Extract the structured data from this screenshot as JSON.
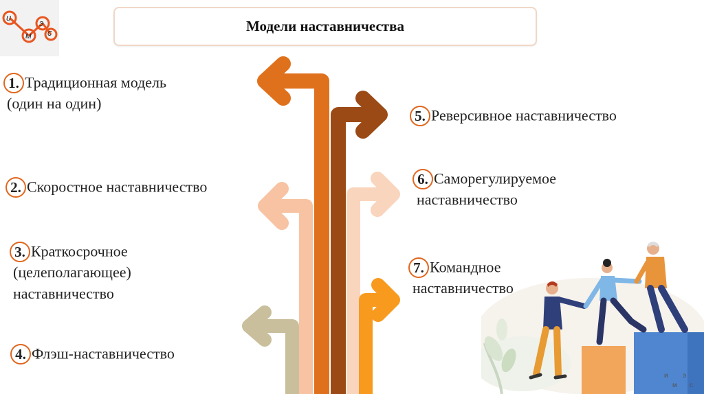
{
  "logo": {
    "l1": "и",
    "l2": "э",
    "l3": "м",
    "l4": "с"
  },
  "title": "Модели наставничества",
  "items": [
    {
      "num": "1.",
      "line1": "Традиционная модель",
      "line2": "(один на один)"
    },
    {
      "num": "2.",
      "line1": "Скоростное наставничество"
    },
    {
      "num": "3.",
      "line1": "Краткосрочное",
      "line2": "(целеполагающее)",
      "line3": "наставничество"
    },
    {
      "num": "4.",
      "line1": "Флэш-наставничество"
    },
    {
      "num": "5.",
      "line1": "Реверсивное наставничество"
    },
    {
      "num": "6.",
      "line1": "Саморегулируемое",
      "line2": "наставничество"
    },
    {
      "num": "7.",
      "line1": "Командное",
      "line2": "наставничество"
    }
  ],
  "corner_logo": {
    "l1": "и",
    "l2": "э",
    "l3": "м",
    "l4": "с"
  },
  "colors": {
    "accent": "#e0661e",
    "arrow1": "#e0711c",
    "arrow5": "#9b4a16",
    "arrow2": "#f7c3a3",
    "arrow6": "#f9d5bd",
    "arrow4": "#c9bf9c",
    "arrow7": "#f79a1e"
  }
}
